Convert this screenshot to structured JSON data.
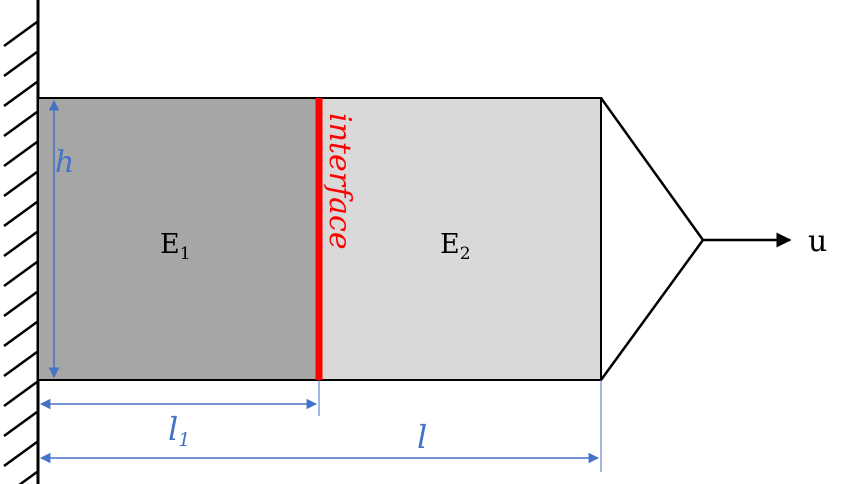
{
  "labels": {
    "region1_main": "E",
    "region1_sub": "1",
    "region2_main": "E",
    "region2_sub": "2",
    "interface": "interface",
    "load": "u",
    "height": "h",
    "length1_main": "l",
    "length1_sub": "1",
    "length_total": "l"
  },
  "colors": {
    "region1_fill": "#a6a6a6",
    "region2_fill": "#d9d9d9",
    "interface": "#ff0000",
    "dimension": "#4472c4",
    "outline": "#000000"
  }
}
